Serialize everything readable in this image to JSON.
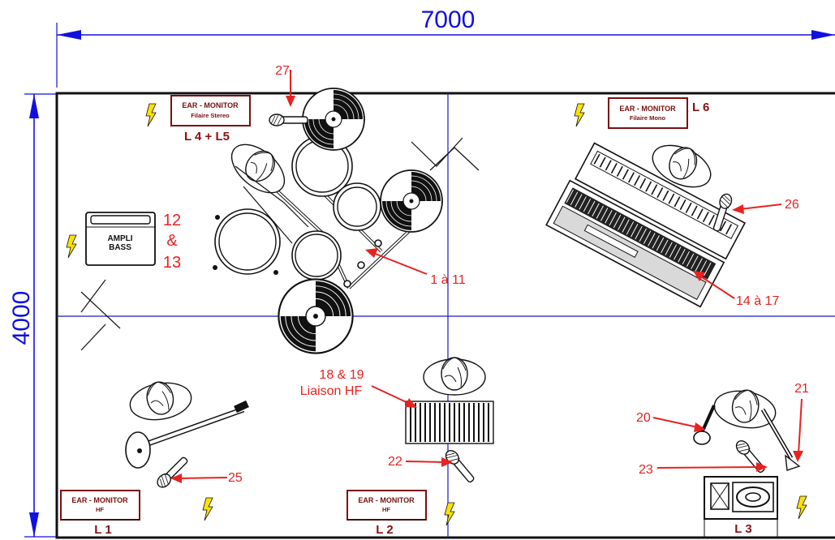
{
  "dimensions": {
    "width_label": "7000",
    "height_label": "4000"
  },
  "monitors": [
    {
      "title": "EAR - MONITOR",
      "sub": "Filaire Stereo",
      "label": "L 4 + L5"
    },
    {
      "title": "EAR - MONITOR",
      "sub": "Filaire Mono",
      "label": "L 6"
    },
    {
      "title": "EAR - MONITOR",
      "sub": "HF",
      "label": "L 1"
    },
    {
      "title": "EAR - MONITOR",
      "sub": "HF",
      "label": "L 2"
    },
    {
      "label": "L 3"
    }
  ],
  "amp": {
    "line1": "AMPLI",
    "line2": "BASS"
  },
  "callouts": {
    "c27": "27",
    "c12": "12",
    "c_and": "&",
    "c13": "13",
    "c1_11": "1 à 11",
    "c26": "26",
    "c14_17": "14 à 17",
    "c18_19": "18 & 19",
    "c_liaison": "Liaison HF",
    "c20": "20",
    "c21": "21",
    "c22": "22",
    "c23": "23",
    "c25": "25"
  }
}
